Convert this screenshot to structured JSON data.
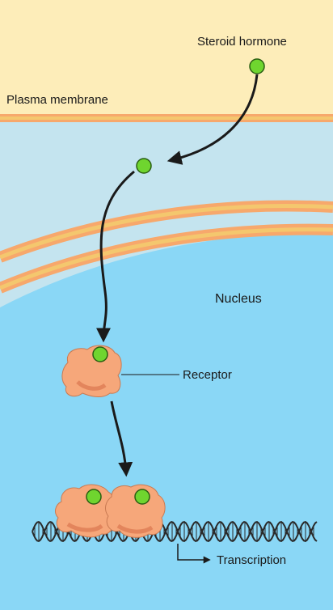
{
  "labels": {
    "steroid_hormone": "Steroid hormone",
    "plasma_membrane": "Plasma membrane",
    "nucleus": "Nucleus",
    "receptor": "Receptor",
    "transcription": "Transcription"
  },
  "colors": {
    "extracellular": "#fdedb9",
    "membrane_orange": "#f7a86c",
    "membrane_gold": "#f4c76e",
    "cytoplasm": "#c4e4ef",
    "nucleoplasm": "#8ad7f6",
    "hormone": "#6fd52f",
    "receptor": "#f6a77a",
    "receptor_dark": "#e3855c",
    "dna": "#2a2a2a"
  },
  "icons": {
    "hormone": "green-circle",
    "receptor": "protein-blob",
    "dna": "double-helix",
    "arrow": "curved-arrow"
  }
}
